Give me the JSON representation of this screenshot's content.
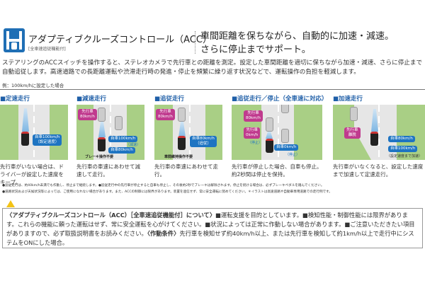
{
  "header": {
    "title": "アダプティブクルーズコントロール（ACC）",
    "subtitle": "[全車速追従機能付]",
    "tagline_1": "車間距離を保ちながら、自動的に加速・減速。",
    "tagline_2": "さらに停止までサポート。"
  },
  "intro": "ステアリングのACCスイッチを操作すると、ステレオカメラで先行車との距離を測定。設定した車間距離を適切に保ちながら加速・減速、さらに停止まで自動追従します。高速道路での長距離運転や渋滞走行時の発進・停止を頻繁に繰り返す状況などで、運転操作の負担を軽減します。",
  "example": "例：100km/hに設定した場合",
  "panels": [
    {
      "heading": "■定速走行",
      "labels": [
        "自車100km/h\n（設定速度）"
      ],
      "caption": "先行車がいない場合は、ドライバーが設定した速度をキープ。"
    },
    {
      "heading": "■減速走行",
      "labels": [
        "先行車\n80km/h",
        "自車100km/h",
        "（減速）",
        "自車80km/h",
        "ブレーキ操作不要"
      ],
      "caption": "先行車の車速にあわせて減速して走行。"
    },
    {
      "heading": "■追従走行",
      "labels": [
        "先行車\n80km/h",
        "自車80km/h\n（追従）",
        "車間維持操作不要"
      ],
      "caption": "先行車の車速にあわせて走行。"
    },
    {
      "heading": "■追従走行／停止（全車速に対応）",
      "labels": [
        "先行車\n80km/h",
        "先行車\n0km/h",
        "（停止）",
        "自車0km/h",
        "（停止）"
      ],
      "caption": "先行車が停止した場合、自車も停止。約2秒間は停止を保持。"
    },
    {
      "heading": "■加速走行",
      "labels": [
        "先行車\n離脱",
        "自車80km/h",
        "自車100km/h",
        "（設定速度まで加速）"
      ],
      "caption": "先行車がいなくなると、設定した速度まで加速して定速走行。"
    }
  ],
  "footnotes": [
    "●追従走行は、約40km/h未満でも作動し、停止まで継続します。●追従走行中の先行車が停止すると自車も停止し、その後約2秒でブレーキは解除されます。停止を続ける場合は、必ずブレーキペダルを踏んでください。",
    "●道路状況および天候状況等によっては、ご使用になれない場合があります。また、ACCの制御には限界があります。装置を過信せず、常に安全運転に努めてください。＊イラストは高速道路や自動車専用道路での走行例です。"
  ],
  "warning": {
    "heading": "〈アダプティブクルーズコントロール（ACC）［全車速追従機能付］について〉",
    "body": "■運転支援を目的としています。■検知性能・制御性能には限界があります。これらの機能に頼った運転はせず、常に安全運転を心がけてください。■状況によっては正常に作動しない場合があります。■ご注意いただきたい項目がありますので、必ず取扱説明書をお読みください。",
    "cond_label": "〈作動条件〉",
    "cond_body": "先行車を検知せず約40km/h以上、または先行車を検知して約1km/h以上で走行中にシステムをONにした場合。"
  }
}
